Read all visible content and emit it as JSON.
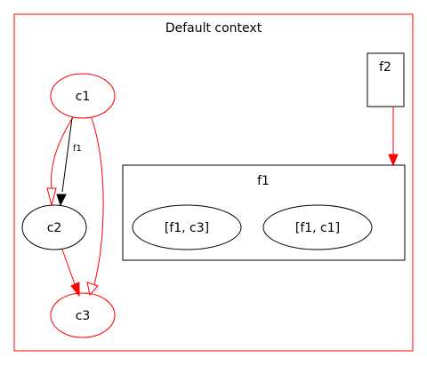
{
  "cluster": {
    "label": "Default context",
    "color": "#ff0000"
  },
  "subcluster": {
    "label": "f1",
    "color": "#000000"
  },
  "nodes": {
    "c1": {
      "label": "c1",
      "color": "#ff0000"
    },
    "c2": {
      "label": "c2",
      "color": "#000000"
    },
    "c3": {
      "label": "c3",
      "color": "#ff0000"
    },
    "f2": {
      "label": "f2",
      "color": "#000000"
    },
    "f1_c3": {
      "label": "[f1, c3]",
      "color": "#000000"
    },
    "f1_c1": {
      "label": "[f1, c1]",
      "color": "#000000"
    }
  },
  "edges": {
    "c1_c2_label": "f1",
    "red": "#ff0000",
    "black": "#000000"
  }
}
